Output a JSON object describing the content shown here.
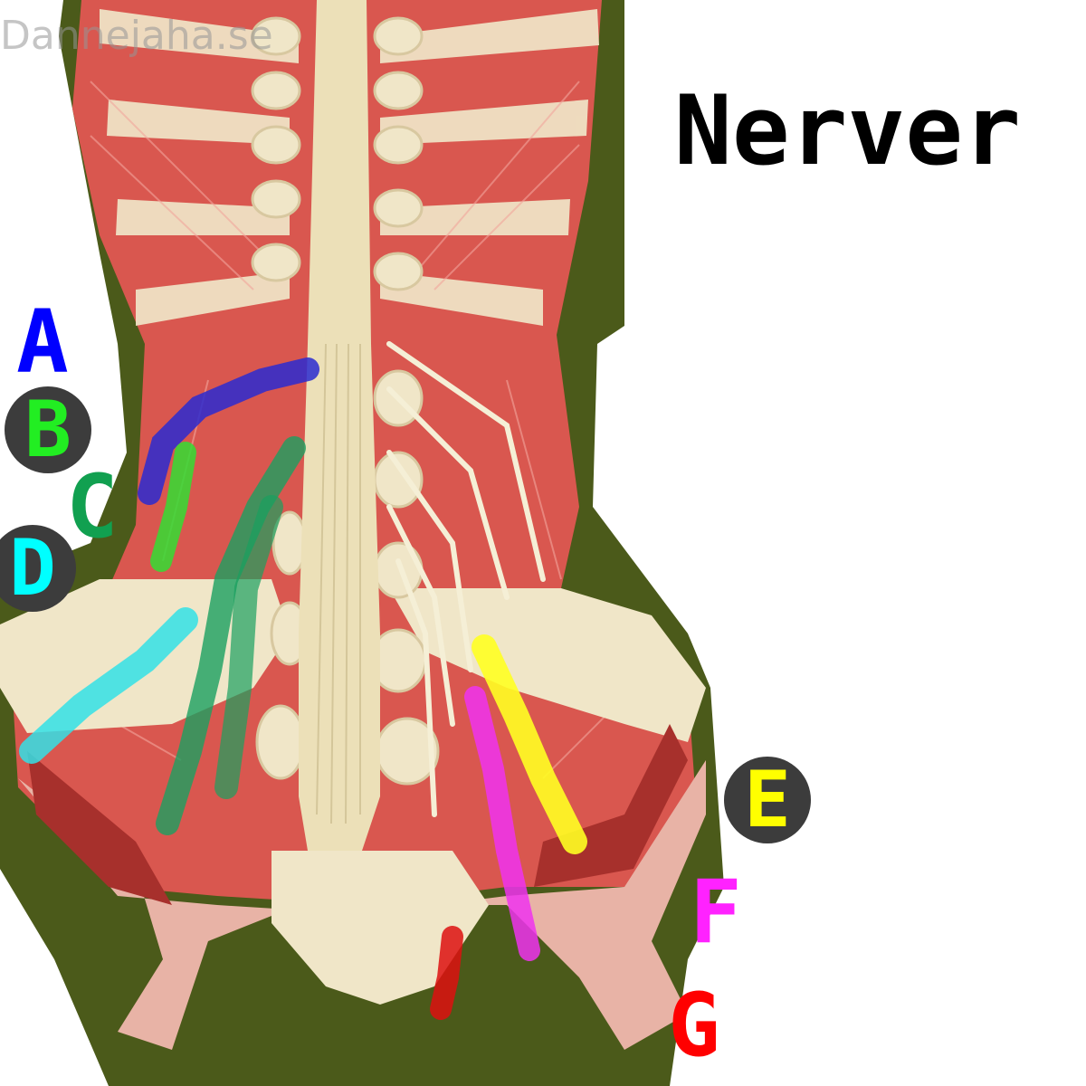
{
  "watermark": "Dannejaha.se",
  "title": "Nerver",
  "labels": [
    {
      "id": "A",
      "text": "A",
      "color": "#0000ff",
      "disc": false
    },
    {
      "id": "B",
      "text": "B",
      "color": "#22ee22",
      "disc": true
    },
    {
      "id": "C",
      "text": "C",
      "color": "#11a050",
      "disc": false
    },
    {
      "id": "D",
      "text": "D",
      "color": "#00ffff",
      "disc": true
    },
    {
      "id": "E",
      "text": "E",
      "color": "#ffff00",
      "disc": true
    },
    {
      "id": "F",
      "text": "F",
      "color": "#ff22ff",
      "disc": false
    },
    {
      "id": "G",
      "text": "G",
      "color": "#ff0000",
      "disc": false
    }
  ],
  "highlights": {
    "A": "#2a2ad0",
    "B": "#33dd33",
    "C": "#1aa060",
    "D": "#33e0e6",
    "E": "#ffff22",
    "F": "#ee33ee",
    "G": "#dd1111"
  },
  "colors": {
    "background": "#4b5a1a",
    "muscle": "#d9574f",
    "muscle_dark": "#a7302c",
    "bone": "#f0e6c8",
    "spinal_cord": "#ece0b8",
    "nerve": "#f5efd6"
  }
}
